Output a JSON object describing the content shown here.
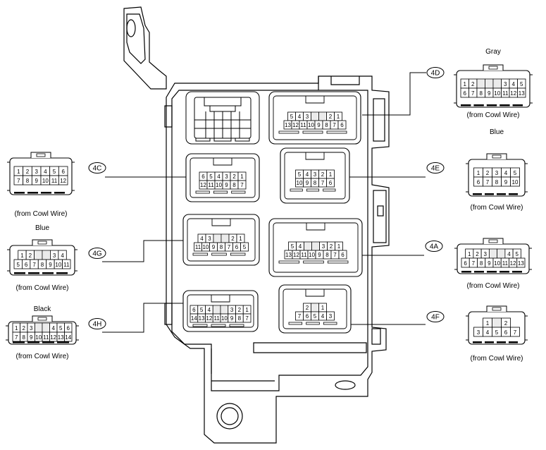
{
  "connectors": [
    {
      "id": "4D",
      "color": "Gray",
      "caption": "(from Cowl Wire)",
      "rows": [
        [
          "1",
          "2",
          "",
          "",
          "",
          "3",
          "4",
          "5"
        ],
        [
          "6",
          "7",
          "8",
          "9",
          "10",
          "11",
          "12",
          "13"
        ]
      ],
      "block_rows": [
        [
          "5",
          "4",
          "3",
          "",
          "",
          "2",
          "1"
        ],
        [
          "13",
          "12",
          "11",
          "10",
          "9",
          "8",
          "7",
          "6"
        ]
      ]
    },
    {
      "id": "4C",
      "color": "",
      "caption": "(from Cowl Wire)",
      "rows": [
        [
          "1",
          "2",
          "3",
          "4",
          "5",
          "6"
        ],
        [
          "7",
          "8",
          "9",
          "10",
          "11",
          "12"
        ]
      ],
      "block_rows": [
        [
          "6",
          "5",
          "4",
          "3",
          "2",
          "1"
        ],
        [
          "12",
          "11",
          "10",
          "9",
          "8",
          "7"
        ]
      ]
    },
    {
      "id": "4E",
      "color": "Blue",
      "caption": "(from Cowl Wire)",
      "rows": [
        [
          "1",
          "2",
          "3",
          "4",
          "5"
        ],
        [
          "6",
          "7",
          "8",
          "9",
          "10"
        ]
      ],
      "block_rows": [
        [
          "5",
          "4",
          "3",
          "2",
          "1"
        ],
        [
          "10",
          "9",
          "8",
          "7",
          "6"
        ]
      ]
    },
    {
      "id": "4G",
      "color": "Blue",
      "caption": "(from Cowl Wire)",
      "rows": [
        [
          "1",
          "2",
          "",
          "",
          "3",
          "4"
        ],
        [
          "5",
          "6",
          "7",
          "8",
          "9",
          "10",
          "11"
        ]
      ],
      "block_rows": [
        [
          "4",
          "3",
          "",
          "",
          "2",
          "1"
        ],
        [
          "11",
          "10",
          "9",
          "8",
          "7",
          "6",
          "5"
        ]
      ]
    },
    {
      "id": "4A",
      "color": "",
      "caption": "(from Cowl Wire)",
      "rows": [
        [
          "1",
          "2",
          "3",
          "",
          "",
          "4",
          "5"
        ],
        [
          "6",
          "7",
          "8",
          "9",
          "10",
          "11",
          "12",
          "13"
        ]
      ],
      "block_rows": [
        [
          "5",
          "4",
          "",
          "",
          "3",
          "2",
          "1"
        ],
        [
          "13",
          "12",
          "11",
          "10",
          "9",
          "8",
          "7",
          "6"
        ]
      ]
    },
    {
      "id": "4H",
      "color": "Black",
      "caption": "(from Cowl Wire)",
      "rows": [
        [
          "1",
          "2",
          "3",
          "",
          "",
          "4",
          "5",
          "6"
        ],
        [
          "7",
          "8",
          "9",
          "10",
          "11",
          "12",
          "13",
          "14"
        ]
      ],
      "block_rows": [
        [
          "6",
          "5",
          "4",
          "",
          "",
          "3",
          "2",
          "1"
        ],
        [
          "14",
          "13",
          "12",
          "11",
          "10",
          "9",
          "8",
          "7"
        ]
      ]
    },
    {
      "id": "4F",
      "color": "",
      "caption": "(from Cowl Wire)",
      "rows": [
        [
          "1",
          "",
          "2"
        ],
        [
          "3",
          "4",
          "5",
          "6",
          "7"
        ]
      ],
      "block_rows": [
        [
          "2",
          "",
          "1"
        ],
        [
          "7",
          "6",
          "5",
          "4",
          "3"
        ]
      ]
    }
  ]
}
